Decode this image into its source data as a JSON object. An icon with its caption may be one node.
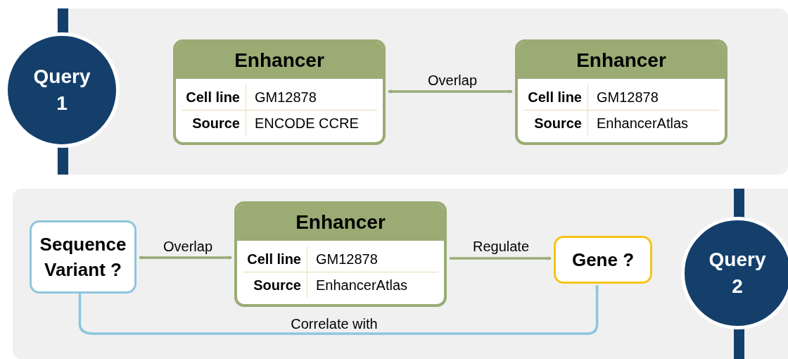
{
  "diagram": {
    "nodes": [
      {
        "text": [
          "Query 1"
        ]
      },
      {
        "text": [
          "Enhancer",
          "Cell line",
          "GM12878",
          "Source",
          "ENCODE CCRE"
        ]
      },
      {
        "text": [
          "Enhancer",
          "Cell line",
          "GM12878",
          "Source",
          "EnhancerAtlas"
        ]
      },
      {
        "text": [
          "Sequence Variant ?"
        ]
      },
      {
        "text": [
          "Enhancer",
          "Cell line",
          "GM12878",
          "Source",
          "EnhancerAtlas"
        ]
      },
      {
        "text": [
          "Gene ?"
        ]
      },
      {
        "text": [
          "Query 2"
        ]
      }
    ],
    "edges": [
      {
        "from": 1,
        "to": 2,
        "arrow": "both",
        "label": "Overlap"
      },
      {
        "from": 3,
        "to": 4,
        "arrow": "both",
        "label": "Overlap"
      },
      {
        "from": 4,
        "to": 5,
        "arrow": "to",
        "label": "Regulate"
      },
      {
        "from": 3,
        "to": 5,
        "arrow": "to",
        "label": "Correlate with",
        "color": "#8ec6dd"
      }
    ]
  }
}
